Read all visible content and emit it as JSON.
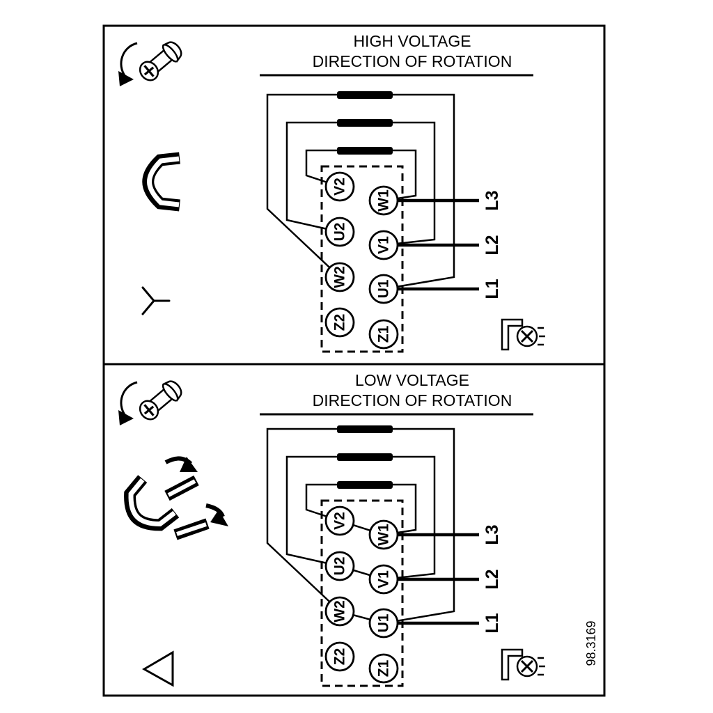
{
  "figure": {
    "number": "98.3169"
  },
  "panel_high": {
    "title_line1": "HIGH VOLTAGE",
    "title_line2": "DIRECTION OF ROTATION",
    "terminals_left": [
      "V2",
      "U2",
      "W2",
      "Z2"
    ],
    "terminals_right": [
      "W1",
      "V1",
      "U1",
      "Z1"
    ],
    "line_labels": [
      "L3",
      "L2",
      "L1"
    ]
  },
  "panel_low": {
    "title_line1": "LOW VOLTAGE",
    "title_line2": "DIRECTION OF ROTATION",
    "terminals_left": [
      "V2",
      "U2",
      "W2",
      "Z2"
    ],
    "terminals_right": [
      "W1",
      "V1",
      "U1",
      "Z1"
    ],
    "line_labels": [
      "L3",
      "L2",
      "L1"
    ]
  },
  "icons": {
    "screw_rotation": "screw-with-rotation-arrow-icon",
    "jumper_link": "terminal-jumper-link-icon",
    "star": "star-connection-icon",
    "jumper_spread": "jumper-links-spread-icon",
    "delta": "delta-connection-icon",
    "ground": "grounding-screw-icon"
  }
}
